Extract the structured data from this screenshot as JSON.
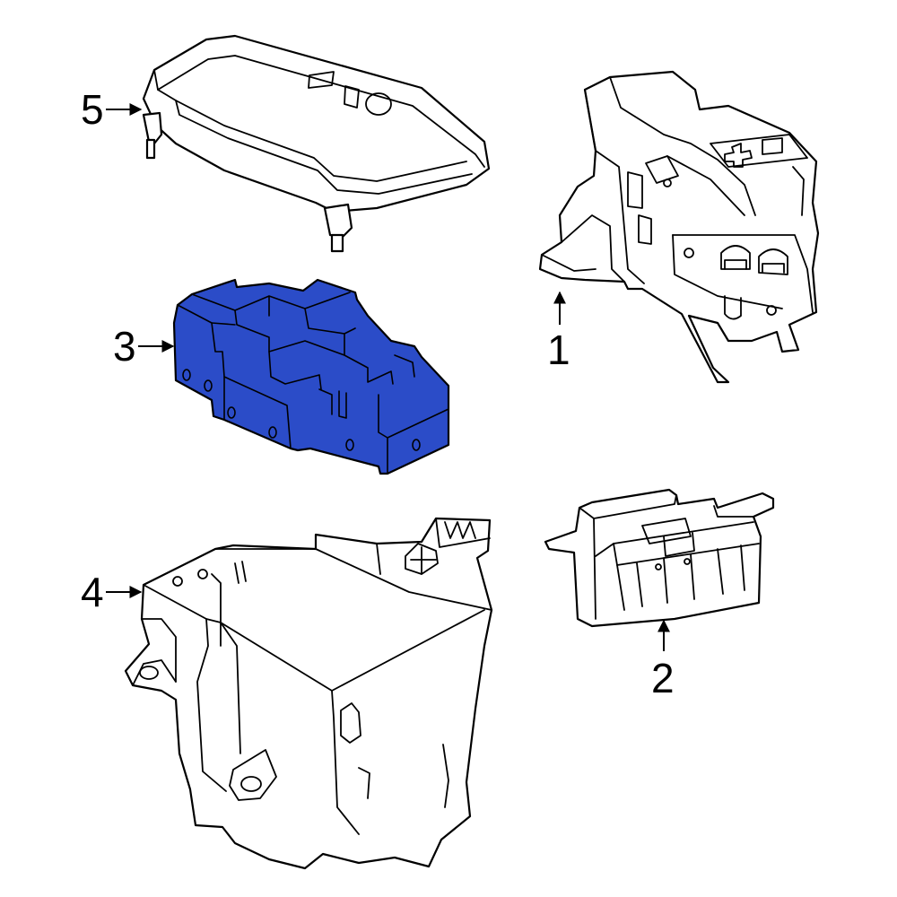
{
  "colors": {
    "background": "#ffffff",
    "line": "#000000",
    "highlight": "#2b4cc8"
  },
  "callouts": {
    "part1": "1",
    "part2": "2",
    "part3": "3",
    "part4": "4",
    "part5": "5"
  },
  "highlighted_part": "3"
}
